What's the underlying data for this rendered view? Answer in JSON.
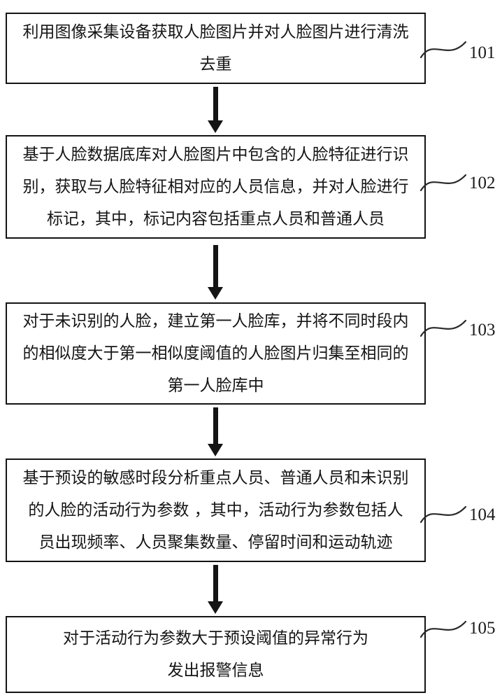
{
  "figure": {
    "type": "flowchart",
    "steps": [
      {
        "label": "101",
        "lines": [
          "利用图像采集设备获取人脸图片并对人脸图片进行清洗",
          "去重"
        ]
      },
      {
        "label": "102",
        "lines": [
          "基于人脸数据底库对人脸图片中包含的人脸特征进行识",
          "别，获取与人脸特征相对应的人员信息，并对人脸进行",
          "标记，其中，标记内容包括重点人员和普通人员"
        ]
      },
      {
        "label": "103",
        "lines": [
          "对于未识别的人脸，建立第一人脸库，并将不同时段内",
          "的相似度大于第一相似度阈值的人脸图片归集至相同的",
          "第一人脸库中"
        ]
      },
      {
        "label": "104",
        "lines": [
          "基于预设的敏感时段分析重点人员、普通人员和未识别",
          "的人脸的活动行为参数 ，其中，活动行为参数包括人",
          "员出现频率、人员聚集数量、停留时间和运动轨迹"
        ]
      },
      {
        "label": "105",
        "lines": [
          "对于活动行为参数大于预设阈值的异常行为",
          "发出报警信息"
        ]
      }
    ]
  }
}
